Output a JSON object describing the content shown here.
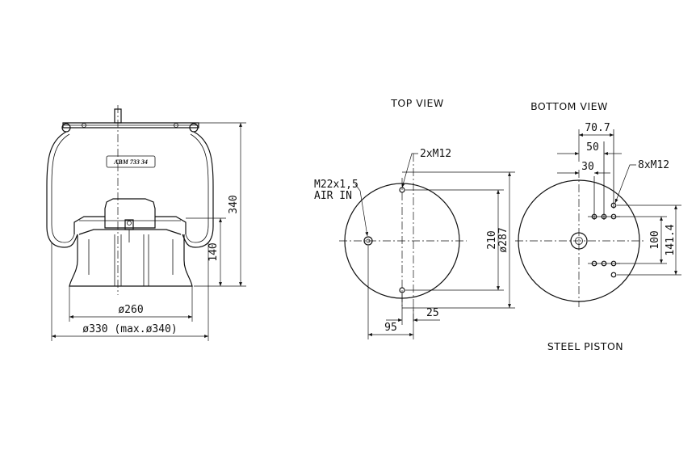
{
  "views": {
    "top": "TOP VIEW",
    "bottom": "BOTTOM VIEW",
    "piston": "STEEL PISTON"
  },
  "side": {
    "badge": "ABM 733 34",
    "dim_height": "340",
    "dim_piston_height": "140",
    "dim_piston_dia": "ø260",
    "dim_overall_dia": "ø330 (max.ø340)"
  },
  "top": {
    "bolts": "2xM12",
    "air_inlet_line1": "M22x1,5",
    "air_inlet_line2": "AIR IN",
    "dim_bolt_spacing": "210",
    "dim_diameter": "ø287",
    "dim_offset_95": "95",
    "dim_offset_25": "25"
  },
  "bottom": {
    "bolts": "8xM12",
    "dim_70_7": "70.7",
    "dim_50": "50",
    "dim_30": "30",
    "dim_100": "100",
    "dim_141_4": "141.4"
  }
}
